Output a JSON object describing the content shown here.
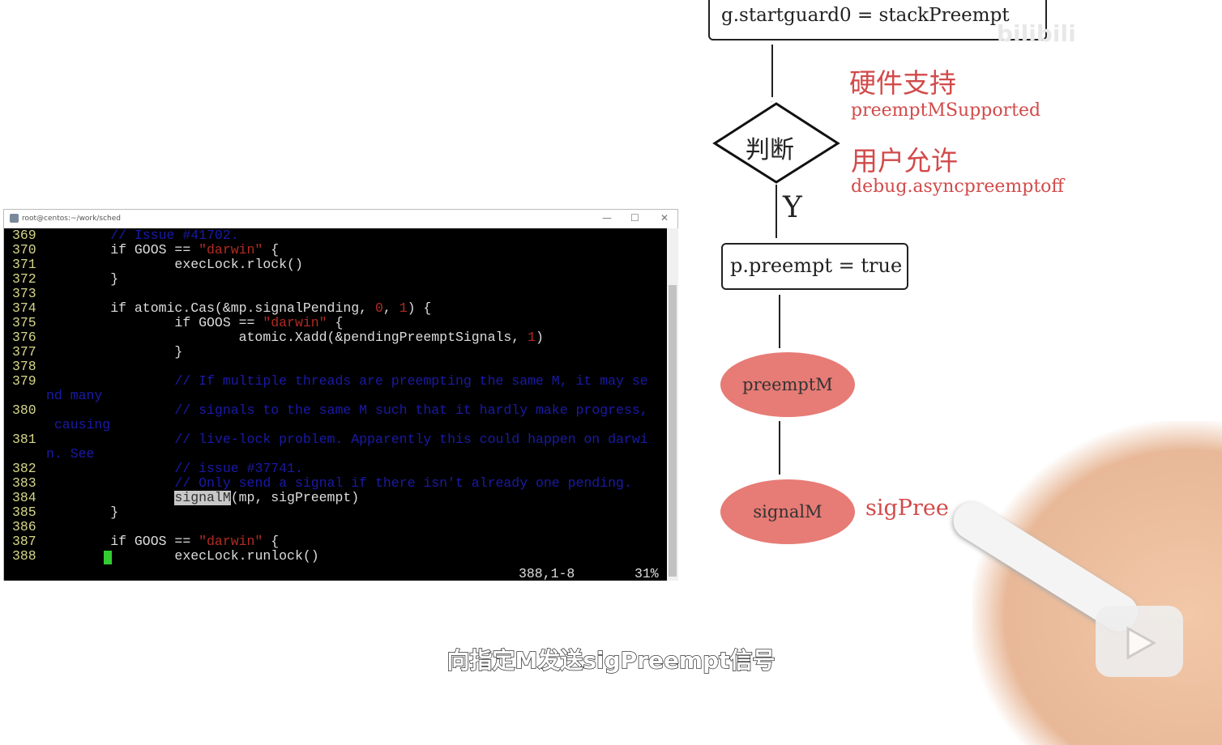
{
  "terminal": {
    "title": "root@centos:~/work/sched",
    "lines": [
      {
        "n": "369",
        "code": [
          {
            "t": "\t// Issue #41702.",
            "c": "c"
          }
        ]
      },
      {
        "n": "370",
        "code": [
          {
            "t": "\tif GOOS == "
          },
          {
            "t": "\"darwin\"",
            "c": "s"
          },
          {
            "t": " {"
          }
        ]
      },
      {
        "n": "371",
        "code": [
          {
            "t": "\t\texecLock.rlock()"
          }
        ]
      },
      {
        "n": "372",
        "code": [
          {
            "t": "\t}"
          }
        ]
      },
      {
        "n": "373",
        "code": []
      },
      {
        "n": "374",
        "code": [
          {
            "t": "\tif atomic.Cas(&mp.signalPending, "
          },
          {
            "t": "0",
            "c": "n"
          },
          {
            "t": ", "
          },
          {
            "t": "1",
            "c": "n"
          },
          {
            "t": ") {"
          }
        ]
      },
      {
        "n": "375",
        "code": [
          {
            "t": "\t\tif GOOS == "
          },
          {
            "t": "\"darwin\"",
            "c": "s"
          },
          {
            "t": " {"
          }
        ]
      },
      {
        "n": "376",
        "code": [
          {
            "t": "\t\t\tatomic.Xadd(&pendingPreemptSignals, "
          },
          {
            "t": "1",
            "c": "n"
          },
          {
            "t": ")"
          }
        ]
      },
      {
        "n": "377",
        "code": [
          {
            "t": "\t\t}"
          }
        ]
      },
      {
        "n": "378",
        "code": []
      },
      {
        "n": "379",
        "code": [
          {
            "t": "\t\t// If multiple threads are preempting the same M, it may se",
            "c": "c"
          }
        ]
      },
      {
        "n": "",
        "code": [
          {
            "t": "nd many",
            "c": "c"
          }
        ]
      },
      {
        "n": "380",
        "code": [
          {
            "t": "\t\t// signals to the same M such that it hardly make progress,",
            "c": "c"
          }
        ]
      },
      {
        "n": "",
        "code": [
          {
            "t": " causing",
            "c": "c"
          }
        ]
      },
      {
        "n": "381",
        "code": [
          {
            "t": "\t\t// live-lock problem. Apparently this could happen on darwi",
            "c": "c"
          }
        ]
      },
      {
        "n": "",
        "code": [
          {
            "t": "n. See",
            "c": "c"
          }
        ]
      },
      {
        "n": "382",
        "code": [
          {
            "t": "\t\t// issue #37741.",
            "c": "c"
          }
        ]
      },
      {
        "n": "383",
        "code": [
          {
            "t": "\t\t// Only send a signal if there isn't already one pending.",
            "c": "c"
          }
        ]
      },
      {
        "n": "384",
        "code": [
          {
            "t": "\t\t"
          },
          {
            "t": "signalM",
            "c": "hl"
          },
          {
            "t": "(mp, sigPreempt)"
          }
        ]
      },
      {
        "n": "385",
        "code": [
          {
            "t": "\t}"
          }
        ]
      },
      {
        "n": "386",
        "code": []
      },
      {
        "n": "387",
        "code": [
          {
            "t": "\tif GOOS == "
          },
          {
            "t": "\"darwin\"",
            "c": "s"
          },
          {
            "t": " {"
          }
        ]
      },
      {
        "n": "388",
        "code": [
          {
            "t": "\t\texecLock.runlock()"
          }
        ]
      }
    ],
    "status": "388,1-8",
    "percent": "31%",
    "scroll_position": 0.31
  },
  "diagram": {
    "top_box": "g.startguard0 = stackPreempt",
    "decision": "判断",
    "yes": "Y",
    "cond1_cn": "硬件支持",
    "cond1_en": "preemptMSupported",
    "cond2_cn": "用户允许",
    "cond2_en": "debug.asyncpreemptoff",
    "assign_box": "p.preempt = true",
    "node1": "preemptM",
    "node2": "signalM",
    "node2_note": "sigPree"
  },
  "subtitle": "向指定M发送sigPreempt信号",
  "watermark": "bilibili"
}
